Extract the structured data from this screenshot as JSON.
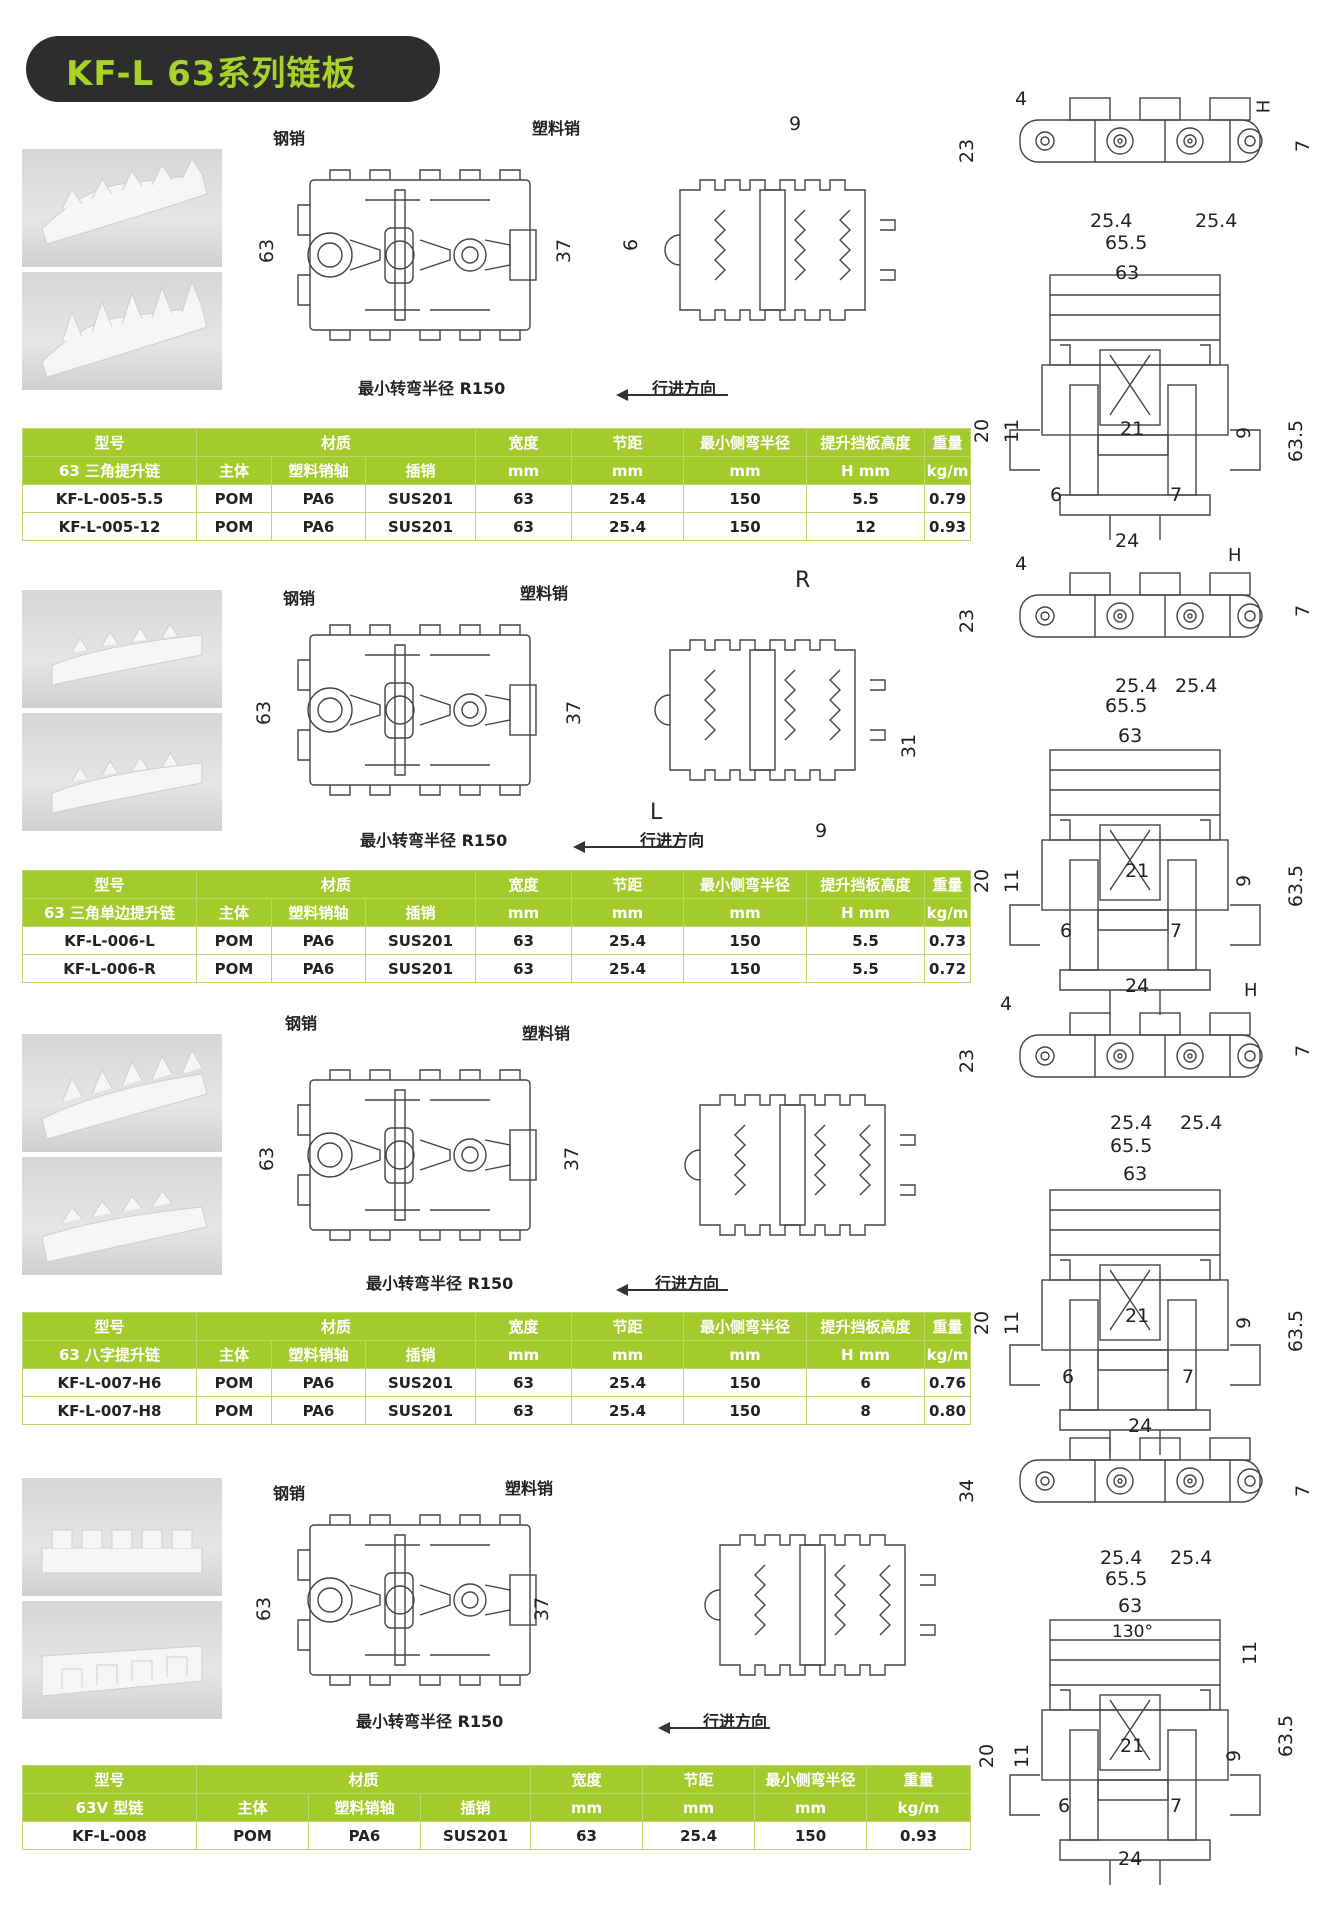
{
  "title": "KF-L 63系列链板",
  "labels": {
    "steel_pin": "钢销",
    "plastic_pin": "塑料销",
    "min_radius": "最小转弯半径 R150",
    "travel_dir": "行进方向",
    "R": "R",
    "L": "L",
    "H": "H",
    "angle": "130°"
  },
  "dims": {
    "d63": "63",
    "d37": "37",
    "d9": "9",
    "d6": "6",
    "d31": "31",
    "d4": "4",
    "d23": "23",
    "d7": "7",
    "d34": "34",
    "d25_4": "25.4",
    "d65_5": "65.5",
    "d20": "20",
    "d11": "11",
    "d21": "21",
    "d63_5": "63.5",
    "d24": "24"
  },
  "tables": [
    {
      "header1": [
        "型号",
        "材质",
        "宽度",
        "节距",
        "最小侧弯半径",
        "提升挡板高度",
        "重量"
      ],
      "header2": [
        "63 三角提升链",
        "主体",
        "塑料销轴",
        "插销",
        "mm",
        "mm",
        "mm",
        "H mm",
        "kg/m"
      ],
      "rows": [
        [
          "KF-L-005-5.5",
          "POM",
          "PA6",
          "SUS201",
          "63",
          "25.4",
          "150",
          "5.5",
          "0.79"
        ],
        [
          "KF-L-005-12",
          "POM",
          "PA6",
          "SUS201",
          "63",
          "25.4",
          "150",
          "12",
          "0.93"
        ]
      ]
    },
    {
      "header1": [
        "型号",
        "材质",
        "宽度",
        "节距",
        "最小侧弯半径",
        "提升挡板高度",
        "重量"
      ],
      "header2": [
        "63 三角单边提升链",
        "主体",
        "塑料销轴",
        "插销",
        "mm",
        "mm",
        "mm",
        "H mm",
        "kg/m"
      ],
      "rows": [
        [
          "KF-L-006-L",
          "POM",
          "PA6",
          "SUS201",
          "63",
          "25.4",
          "150",
          "5.5",
          "0.73"
        ],
        [
          "KF-L-006-R",
          "POM",
          "PA6",
          "SUS201",
          "63",
          "25.4",
          "150",
          "5.5",
          "0.72"
        ]
      ]
    },
    {
      "header1": [
        "型号",
        "材质",
        "宽度",
        "节距",
        "最小侧弯半径",
        "提升挡板高度",
        "重量"
      ],
      "header2": [
        "63 八字提升链",
        "主体",
        "塑料销轴",
        "插销",
        "mm",
        "mm",
        "mm",
        "H mm",
        "kg/m"
      ],
      "rows": [
        [
          "KF-L-007-H6",
          "POM",
          "PA6",
          "SUS201",
          "63",
          "25.4",
          "150",
          "6",
          "0.76"
        ],
        [
          "KF-L-007-H8",
          "POM",
          "PA6",
          "SUS201",
          "63",
          "25.4",
          "150",
          "8",
          "0.80"
        ]
      ]
    },
    {
      "header1": [
        "型号",
        "材质",
        "宽度",
        "节距",
        "最小侧弯半径",
        "重量"
      ],
      "header2": [
        "63V 型链",
        "主体",
        "塑料销轴",
        "插销",
        "mm",
        "mm",
        "mm",
        "kg/m"
      ],
      "rows": [
        [
          "KF-L-008",
          "POM",
          "PA6",
          "SUS201",
          "63",
          "25.4",
          "150",
          "0.93"
        ]
      ]
    }
  ],
  "colors": {
    "header_green": "#a3cb2b",
    "title_bg": "#2d2d2d",
    "title_text": "#a8d22a"
  },
  "icons": [
    "chain-photo",
    "chain-top-drawing",
    "chain-side-drawing",
    "travel-arrow"
  ]
}
